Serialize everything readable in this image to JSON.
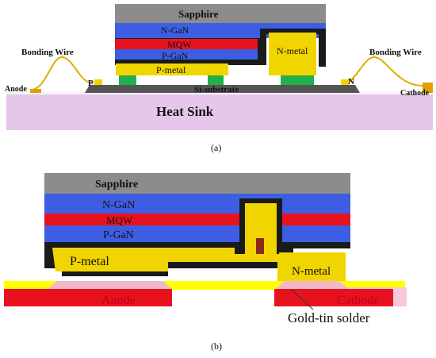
{
  "colors": {
    "sapphire": "#8c8c8c",
    "ngan": "#3d5ee3",
    "mqw": "#e8121e",
    "pgan": "#3d5ee3",
    "metal": "#f1d500",
    "passivation": "#1a1a1a",
    "substrate": "#555555",
    "heat_sink": "#e7c6ec",
    "green_bump": "#22b04a",
    "wire": "#d9b000",
    "pad": "#e0a000",
    "solder_pink": "#f3b8c8",
    "yellow_bar": "#ffff00"
  },
  "panel_a": {
    "caption": "(a)",
    "layers": {
      "sapphire": "Sapphire",
      "ngan": "N-GaN",
      "mqw": "MQW",
      "pgan": "P-GaN",
      "pmetal": "P-metal",
      "nmetal": "N-metal",
      "substrate": "Si-substrate",
      "heat_sink": "Heat  Sink"
    },
    "labels": {
      "bonding_wire_left": "Bonding Wire",
      "bonding_wire_right": "Bonding Wire",
      "anode": "Anode",
      "cathode": "Cathode",
      "p": "P",
      "n": "N"
    }
  },
  "panel_b": {
    "caption": "(b)",
    "layers": {
      "sapphire": "Sapphire",
      "ngan": "N-GaN",
      "mqw": "MQW",
      "pgan": "P-GaN",
      "pmetal": "P-metal",
      "nmetal": "N-metal"
    },
    "labels": {
      "anode": "Anode",
      "cathode": "Cathode",
      "solder": "Gold-tin solder"
    }
  }
}
